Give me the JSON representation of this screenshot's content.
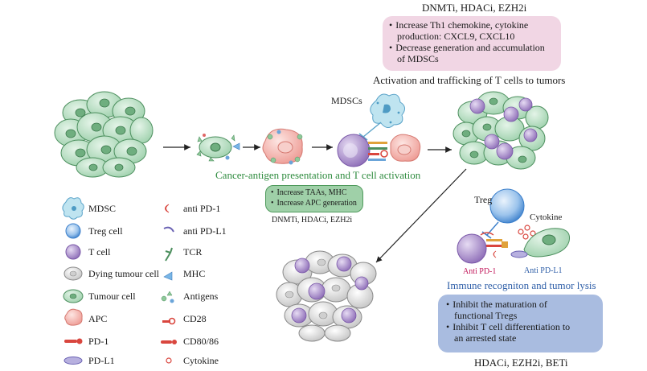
{
  "top_treatment": "DNMTi, HDACi, EZH2i",
  "pink_box": {
    "bullet1_line1": "Increase Th1 chemokine, cytokine",
    "bullet1_line2": "production: CXCL9, CXCL10",
    "bullet2_line1": "Decrease generation and accumulation",
    "bullet2_line2": "of MDSCs"
  },
  "activation_title": "Activation and trafficking of T cells to tumors",
  "mdscs_label": "MDSCs",
  "cancer_antigen_title": "Cancer-antigen presentation and T cell activation",
  "green_box": {
    "bullet1": "Increase TAAs, MHC",
    "bullet2": "Increase APC generation"
  },
  "mid_treatment": "DNMTi, HDACi, EZH2i",
  "treg_label": "Treg",
  "cytokine_label": "Cytokine",
  "anti_pd1_label": "Anti PD-1",
  "anti_pdl1_label": "Anti PD-L1",
  "immune_title": "Immune recogniton and tumor lysis",
  "blue_box": {
    "bullet1_line1": "Inhibit the maturation of",
    "bullet1_line2": "functional Tregs",
    "bullet2_line1": "Inhibit T cell differentiation to",
    "bullet2_line2": "an arrested state"
  },
  "bottom_treatment": "HDACi, EZH2i, BETi",
  "legend": {
    "left": [
      "MDSC",
      "Treg cell",
      "T cell",
      "Dying tumour cell",
      "Tumour cell",
      "APC",
      "PD-1",
      "PD-L1"
    ],
    "right": [
      "anti PD-1",
      "anti PD-L1",
      "TCR",
      "MHC",
      "Antigens",
      "CD28",
      "CD80/86",
      "Cytokine"
    ]
  },
  "colors": {
    "tumour_fill": "#bfe3c9",
    "tumour_stroke": "#4c8f5e",
    "tcell": "#a98fc9",
    "apc": "#f4b9b4",
    "treg": "#4d8fd1",
    "dying": "#dedede",
    "pink_box": "#f1d6e4",
    "green_box": "#9fd0a8",
    "blue_box": "#a9bce0",
    "green_title": "#2e8b3e",
    "blue_title": "#2f5fa8",
    "anti_pd1_text": "#c2185b"
  }
}
